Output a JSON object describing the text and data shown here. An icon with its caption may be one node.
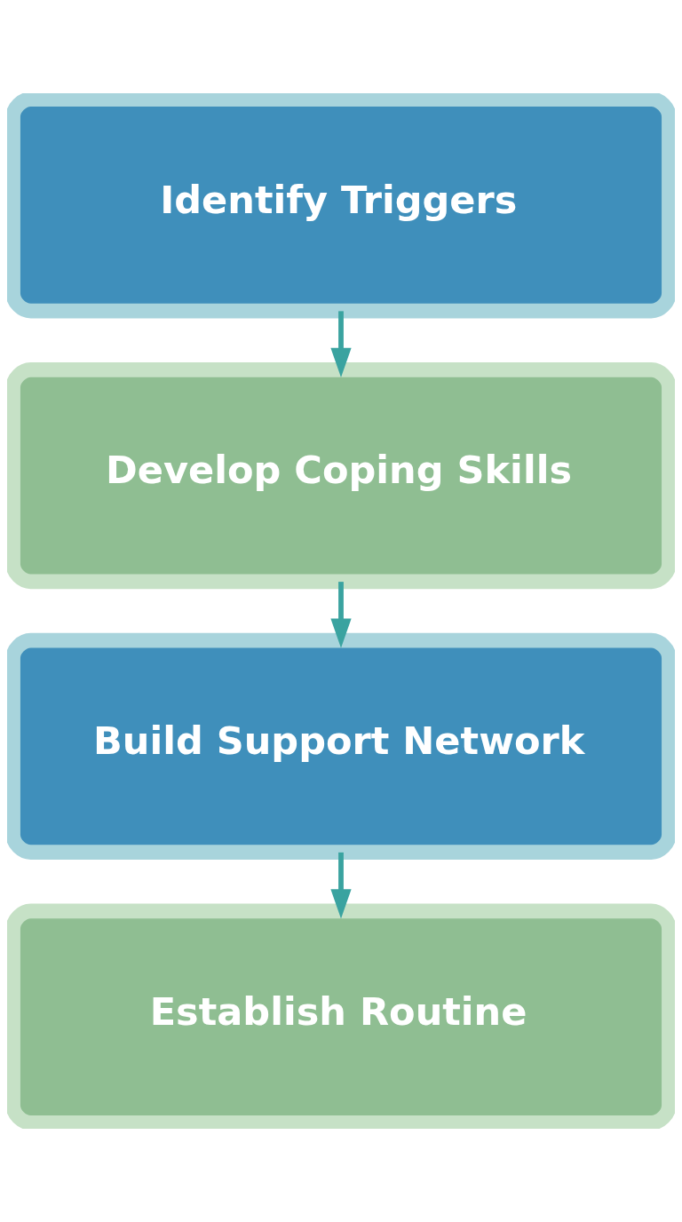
{
  "diagram": {
    "nodes": [
      {
        "text": [
          "Identify Triggers"
        ]
      },
      {
        "text": [
          "Develop Coping Skills"
        ]
      },
      {
        "text": [
          "Build Support Network"
        ]
      },
      {
        "text": [
          "Establish Routine"
        ]
      }
    ],
    "edges": [
      {
        "from": 0,
        "to": 1,
        "arrow": "to"
      },
      {
        "from": 1,
        "to": 2,
        "arrow": "to"
      },
      {
        "from": 2,
        "to": 3,
        "arrow": "to"
      }
    ]
  }
}
